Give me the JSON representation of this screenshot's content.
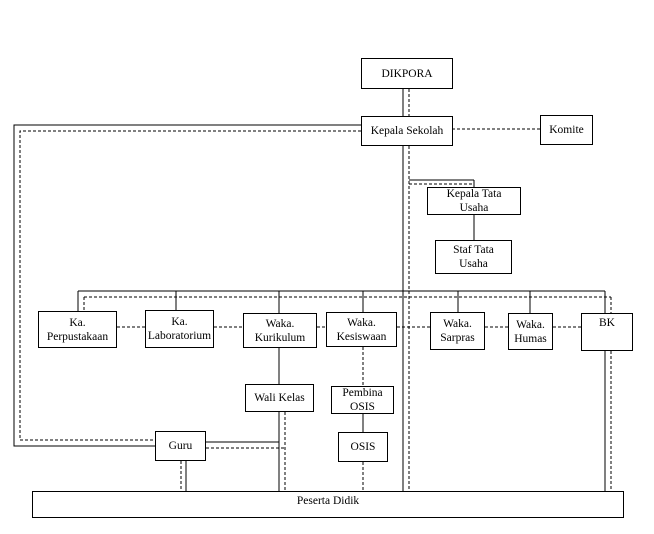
{
  "org_chart": {
    "boxes": {
      "dikpora": "DIKPORA",
      "kepala_sekolah": "Kepala Sekolah",
      "komite": "Komite",
      "kepala_tata_usaha": [
        "Kepala Tata",
        "Usaha"
      ],
      "staf_tata_usaha": [
        "Staf Tata",
        "Usaha"
      ],
      "ka_perpustakaan": [
        "Ka.",
        "Perpustakaan"
      ],
      "ka_laboratorium": [
        "Ka.",
        "Laboratorium"
      ],
      "waka_kurikulum": [
        "Waka.",
        "Kurikulum"
      ],
      "waka_kesiswaan": [
        "Waka.",
        "Kesiswaan"
      ],
      "waka_sarpras": [
        "Waka.",
        "Sarpras"
      ],
      "waka_humas": [
        "Waka.",
        "Humas"
      ],
      "bk": "BK",
      "wali_kelas": "Wali Kelas",
      "pembina_osis": [
        "Pembina",
        "OSIS"
      ],
      "guru": "Guru",
      "osis": "OSIS",
      "peserta_didik": "Peserta Didik"
    }
  }
}
